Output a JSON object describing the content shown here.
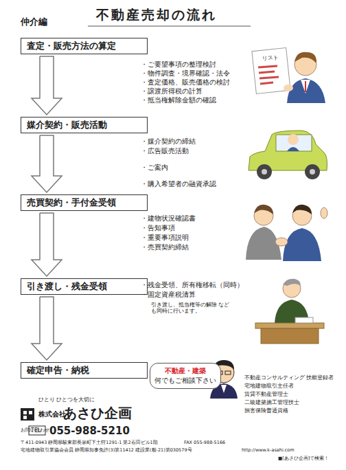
{
  "diagram": {
    "title": "不動産売却の流れ",
    "nodes": [
      {
        "text": [
          "査定・販売方法の算定"
        ]
      },
      {
        "text": [
          "媒介契約・販売活動"
        ]
      },
      {
        "text": [
          "売買契約・手付金受領"
        ]
      },
      {
        "text": [
          "引き渡し・残金受領"
        ]
      },
      {
        "text": [
          "確定申告・納税"
        ]
      },
      {
        "text": [
          "不動産・建築",
          "何でもご相談下さい"
        ]
      }
    ],
    "edges": [
      {
        "from": 0,
        "to": 1,
        "arrow": "to"
      },
      {
        "from": 1,
        "to": 2,
        "arrow": "to"
      },
      {
        "from": 2,
        "to": 3,
        "arrow": "to"
      },
      {
        "from": 3,
        "to": 4,
        "arrow": "to"
      }
    ],
    "labels": [
      "仲介編",
      "・ご要望事項の整理検討",
      "・物件調査・境界確認・法令",
      "・査定価格、販売価格の検討",
      "・譲渡所得税の計算",
      "・抵当権解除金額の確認",
      "リスト",
      "・媒介契約の締結",
      "・広告販売活動",
      "・ご案内",
      "・購入希望者の融資承認",
      "・建物状況確認書",
      "・告知事項",
      "・重要事項説明",
      "・売買契約締結",
      "・残金受領、所有権移転（同時）",
      "・固定資産税清算",
      "引き渡し、抵当権等の解除 なども同時に行います。",
      "不動産コンサルティング 技能登録者",
      "宅地建物取引主任者",
      "賃貸不動産管理士",
      "二級建築施工管理技士",
      "損害保険普通資格",
      "ひとり ひとつを大切に",
      "株式会社",
      "あさひ企画",
      "お問い合わせ",
      "TEL",
      "055-988-5210",
      "〒411-0943 静岡県駿東郡長泉町下土狩1291-1 第2石田ビル1階",
      "FAX 055-988-5166",
      "宅地建物取引業協会会員 静岡県知事免許(3)第11412 建設業(般-21)第030579号",
      "http://www.k-asahi.com",
      "■[あさひ企画]で検索！"
    ]
  }
}
